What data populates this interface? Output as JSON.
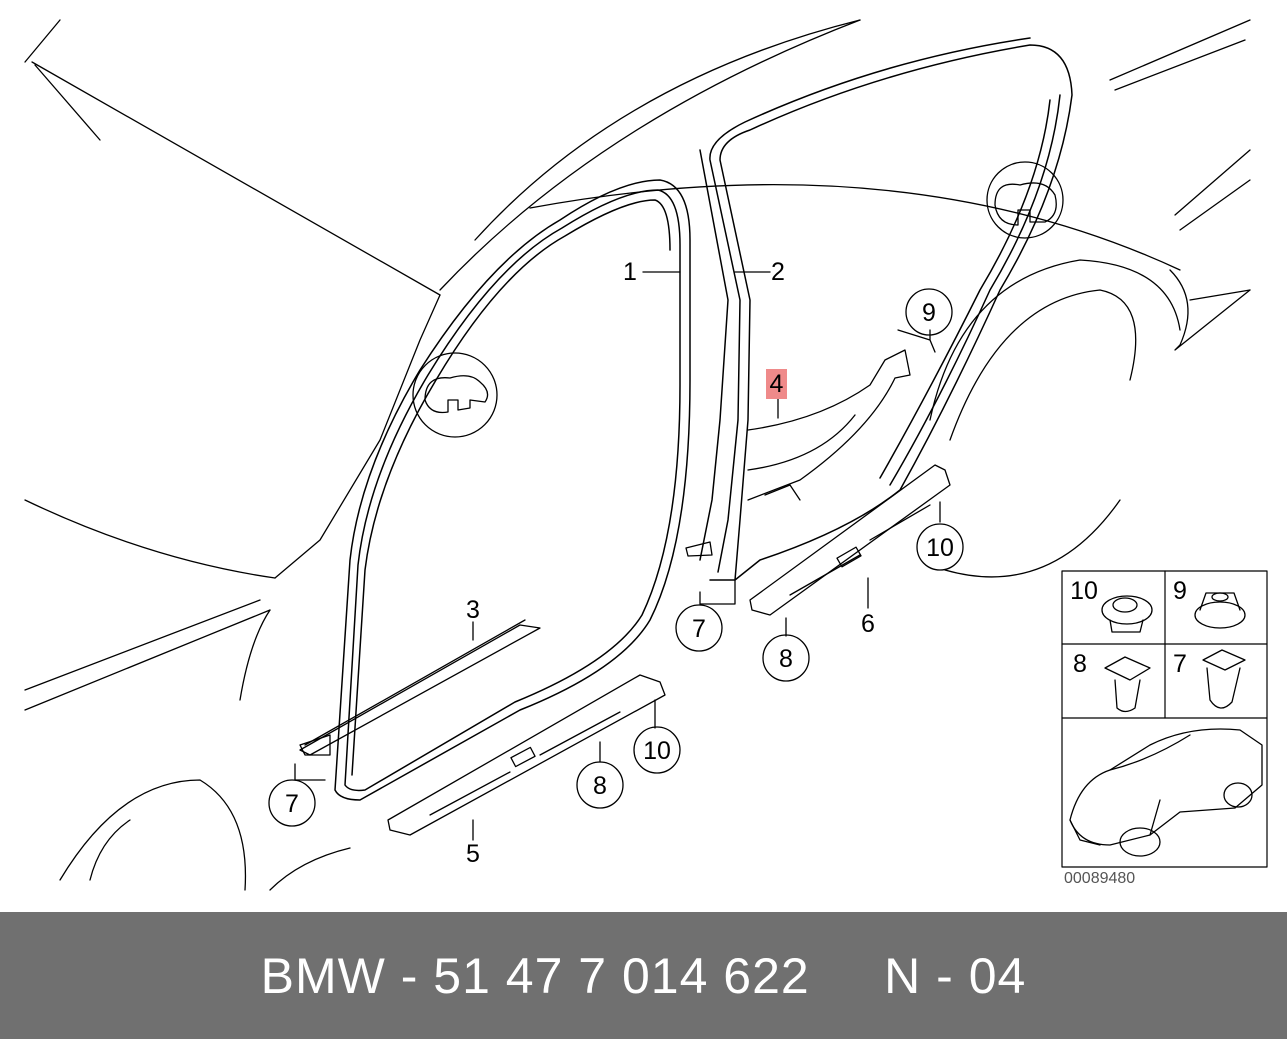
{
  "diagram": {
    "callouts": {
      "c1": "1",
      "c2": "2",
      "c3": "3",
      "c4": "4",
      "c5": "5",
      "c6": "6",
      "c7a": "7",
      "c7b": "7",
      "c8a": "8",
      "c8b": "8",
      "c9": "9",
      "c10a": "10",
      "c10b": "10"
    },
    "legend": {
      "l10": "10",
      "l9": "9",
      "l8": "8",
      "l7": "7"
    },
    "highlight_color": "#ef8a8a",
    "reference_number": "00089480"
  },
  "footer": {
    "brand": "BMW",
    "text": "BMW - 51 47 7 014 622     N - 04",
    "background": "#707070"
  }
}
